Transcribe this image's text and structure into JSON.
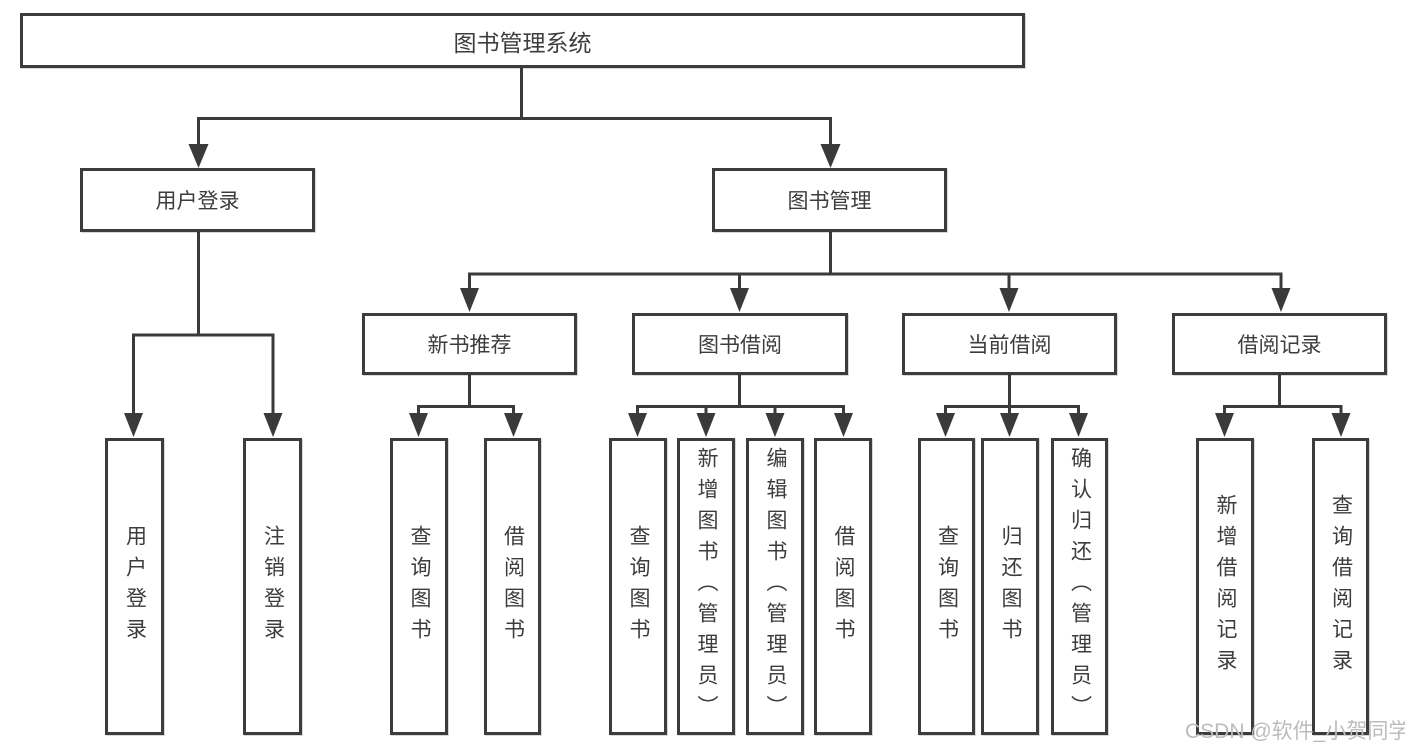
{
  "diagram": {
    "root": {
      "label": "图书管理系统"
    },
    "branches": [
      {
        "label": "用户登录",
        "children": [
          {
            "label": "用户登录"
          },
          {
            "label": "注销登录"
          }
        ]
      },
      {
        "label": "图书管理",
        "children": [
          {
            "label": "新书推荐",
            "children": [
              {
                "label": "查询图书"
              },
              {
                "label": "借阅图书"
              }
            ]
          },
          {
            "label": "图书借阅",
            "children": [
              {
                "label": "查询图书"
              },
              {
                "label": "新增图书（管理员）"
              },
              {
                "label": "编辑图书（管理员）"
              },
              {
                "label": "借阅图书"
              }
            ]
          },
          {
            "label": "当前借阅",
            "children": [
              {
                "label": "查询图书"
              },
              {
                "label": "归还图书"
              },
              {
                "label": "确认归还（管理员）"
              }
            ]
          },
          {
            "label": "借阅记录",
            "children": [
              {
                "label": "新增借阅记录"
              },
              {
                "label": "查询借阅记录"
              }
            ]
          }
        ]
      }
    ]
  },
  "watermark": {
    "text": "CSDN @软件_小贺同学"
  },
  "colors": {
    "line": "#3a3a3a",
    "border": "#3c3c3c",
    "text": "#3d3d3d",
    "watermark": "#bcbcbc"
  }
}
